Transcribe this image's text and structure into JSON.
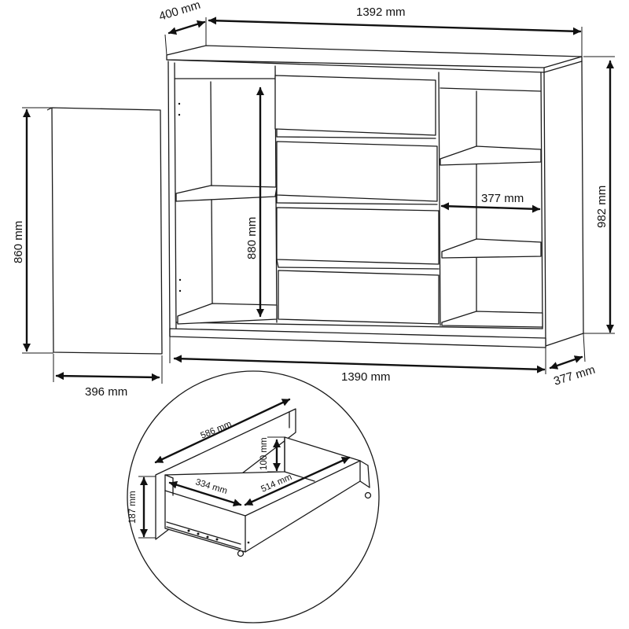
{
  "dimensions": {
    "depth_top": "400 mm",
    "width_top": "1392 mm",
    "height_right": "982 mm",
    "door_height": "860 mm",
    "door_width": "396 mm",
    "inner_height": "880 mm",
    "shelf_width": "377 mm",
    "width_bottom": "1390 mm",
    "depth_bottom": "377 mm"
  },
  "drawer_detail": {
    "length": "586 mm",
    "inner_height": "100 mm",
    "front_height": "187 mm",
    "inner_width": "334 mm",
    "inner_length": "514 mm"
  }
}
